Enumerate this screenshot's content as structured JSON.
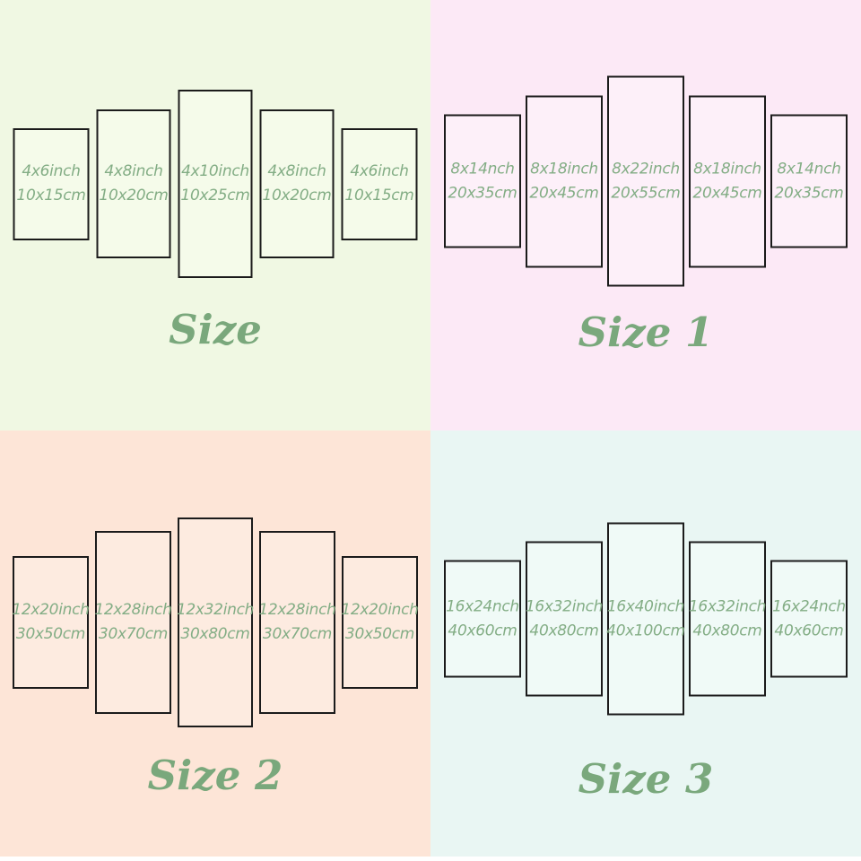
{
  "accent_color": "#7aa87c",
  "panel_border_color": "#1b1b1b",
  "quadrants": [
    {
      "title": "Size",
      "bg": "#f0f8e3",
      "panels": [
        {
          "inch": "4x6inch",
          "cm": "10x15cm"
        },
        {
          "inch": "4x8inch",
          "cm": "10x20cm"
        },
        {
          "inch": "4x10inch",
          "cm": "10x25cm"
        },
        {
          "inch": "4x8inch",
          "cm": "10x20cm"
        },
        {
          "inch": "4x6inch",
          "cm": "10x15cm"
        }
      ]
    },
    {
      "title": "Size 1",
      "bg": "#fce9f6",
      "panels": [
        {
          "inch": "8x14nch",
          "cm": "20x35cm"
        },
        {
          "inch": "8x18inch",
          "cm": "20x45cm"
        },
        {
          "inch": "8x22inch",
          "cm": "20x55cm"
        },
        {
          "inch": "8x18inch",
          "cm": "20x45cm"
        },
        {
          "inch": "8x14nch",
          "cm": "20x35cm"
        }
      ]
    },
    {
      "title": "Size 2",
      "bg": "#fde5d7",
      "panels": [
        {
          "inch": "12x20inch",
          "cm": "30x50cm"
        },
        {
          "inch": "12x28inch",
          "cm": "30x70cm"
        },
        {
          "inch": "12x32inch",
          "cm": "30x80cm"
        },
        {
          "inch": "12x28inch",
          "cm": "30x70cm"
        },
        {
          "inch": "12x20inch",
          "cm": "30x50cm"
        }
      ]
    },
    {
      "title": "Size 3",
      "bg": "#e9f6f3",
      "panels": [
        {
          "inch": "16x24nch",
          "cm": "40x60cm"
        },
        {
          "inch": "16x32inch",
          "cm": "40x80cm"
        },
        {
          "inch": "16x40inch",
          "cm": "40x100cm"
        },
        {
          "inch": "16x32inch",
          "cm": "40x80cm"
        },
        {
          "inch": "16x24nch",
          "cm": "40x60cm"
        }
      ]
    }
  ]
}
